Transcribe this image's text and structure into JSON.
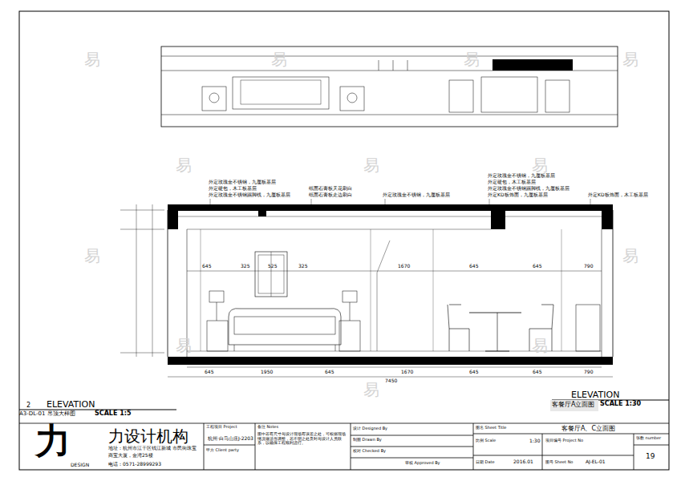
{
  "diagram": {
    "labels": [
      "外定玫瑰金不锈钢，九厘板基层",
      "外定硬包，木工板基层",
      "外定玫瑰金不锈钢踢脚线，九厘板基层",
      "纸面石膏板天花刷白",
      "纸面石膏板走边刷白",
      "外定玫瑰金不锈钢，九厘板基层",
      "外定玫瑰金不锈钢，九厘板基层",
      "外定硬包，木工板基层",
      "外定玫瑰金不锈钢踢脚线，九厘板基层",
      "外定KD板饰面，九厘板基层",
      "外定KD板饰面，木工板基层",
      "645",
      "325",
      "525",
      "325",
      "1670",
      "645",
      "645",
      "790",
      "645",
      "1950",
      "645",
      "1670",
      "645",
      "645",
      "790",
      "7450",
      "2",
      "ELEVATION",
      "A3-DL-01 吊顶大样图",
      "SCALE 1:5",
      "ELEVATION",
      "客餐厅A立面图",
      "SCALE 1:30",
      "力",
      "DESIGN",
      "力设计机构",
      "地址：杭州市江干区钱江新城 市民街珠宝",
      "商宝大厦，金湾25楼",
      "电话：0571-28999293",
      "工程项目 Project",
      "杭州·白马山庄J-2203",
      "甲方 Client party",
      "备注 Notes",
      "图中若有尺寸与设计现场有误差之处，可根据现场情况做适当调整，若不明之处及时与设计人员联系，以确保工程顺利进行。",
      "设计 Designed By",
      "制图 Drawn By",
      "校对 Checked By",
      "审核 Approved By",
      "图名 Sheet Title",
      "客餐厅A、C立面图",
      "比例 Scale",
      "1:30",
      "项目编号 Project No",
      "张数 number",
      "19",
      "日期 Date",
      "2016.01",
      "图号 Sheet No",
      "AJ-EL-01",
      "易",
      "易",
      "易",
      "易",
      "易",
      "易",
      "易",
      "易",
      "易",
      "易",
      "易",
      "易"
    ]
  }
}
